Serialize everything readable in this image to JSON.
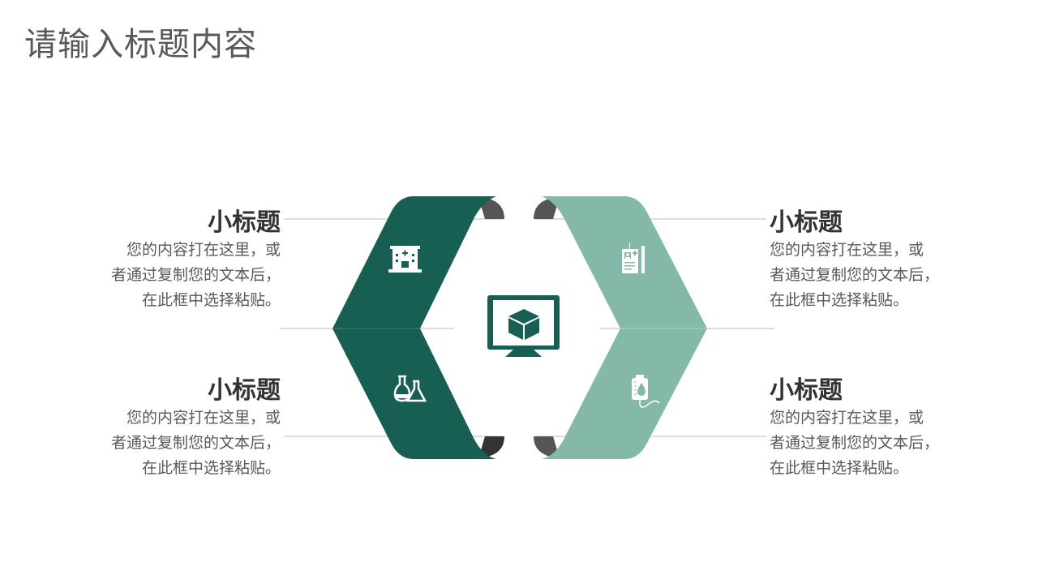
{
  "title": "请输入标题内容",
  "colors": {
    "dark_green": "#175F53",
    "light_green": "#84B9AA",
    "fold_shadow": "#555555",
    "title_text": "#595959",
    "heading_text": "#333333"
  },
  "center_icon": "monitor-cube-icon",
  "items": [
    {
      "position": "top-left",
      "heading": "小标题",
      "body": [
        "您的内容打在这里，或",
        "者通过复制您的文本后，",
        "在此框中选择粘贴。"
      ],
      "icon": "hospital-icon"
    },
    {
      "position": "bottom-left",
      "heading": "小标题",
      "body": [
        "您的内容打在这里，或",
        "者通过复制您的文本后，",
        "在此框中选择粘贴。"
      ],
      "icon": "lab-flask-icon"
    },
    {
      "position": "top-right",
      "heading": "小标题",
      "body": [
        "您的内容打在这里，或",
        "者通过复制您的文本后，",
        "在此框中选择粘贴。"
      ],
      "icon": "medical-id-card-icon"
    },
    {
      "position": "bottom-right",
      "heading": "小标题",
      "body": [
        "您的内容打在这里，或",
        "者通过复制您的文本后，",
        "在此框中选择粘贴。"
      ],
      "icon": "iv-bag-icon"
    }
  ]
}
